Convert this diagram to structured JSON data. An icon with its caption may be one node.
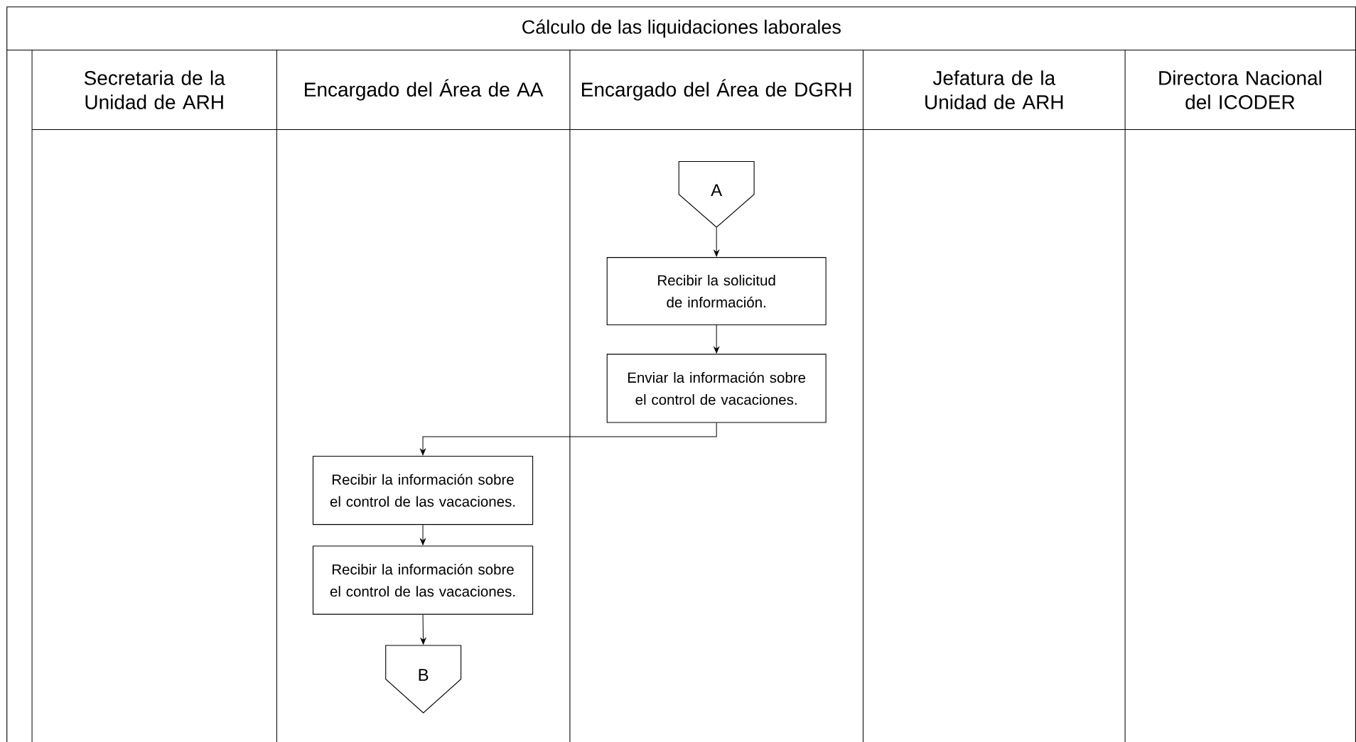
{
  "diagram": {
    "nodes": [
      {
        "text": [
          "Cálculo de las liquidaciones laborales"
        ]
      },
      {
        "text": [
          "Secretaria de la Unidad de ARH"
        ],
        "in": 0
      },
      {
        "text": [
          "Encargado del Área de AA"
        ],
        "in": 0
      },
      {
        "text": [
          "Encargado del Área de DGRH"
        ],
        "in": 0
      },
      {
        "text": [
          "Jefatura de la Unidad de ARH"
        ],
        "in": 0
      },
      {
        "text": [
          "Directora Nacional del ICODER"
        ],
        "in": 0
      },
      {
        "text": [
          "A"
        ],
        "in": 3
      },
      {
        "text": [
          "Recibir la solicitud de información."
        ],
        "in": 3
      },
      {
        "text": [
          "Enviar la información sobre el control de vacaciones."
        ],
        "in": 3
      },
      {
        "text": [
          "Recibir la información sobre el control de las vacaciones."
        ],
        "in": 2
      },
      {
        "text": [
          "Recibir la información sobre el control de las vacaciones."
        ],
        "in": 2
      },
      {
        "text": [
          "B"
        ],
        "in": 2
      }
    ],
    "edges": [
      {
        "from": 6,
        "to": 7,
        "arrow": "to"
      },
      {
        "from": 7,
        "to": 8,
        "arrow": "to"
      },
      {
        "from": 8,
        "to": 9,
        "arrow": "to"
      },
      {
        "from": 9,
        "to": 10,
        "arrow": "to"
      },
      {
        "from": 10,
        "to": 11,
        "arrow": "to"
      }
    ]
  }
}
